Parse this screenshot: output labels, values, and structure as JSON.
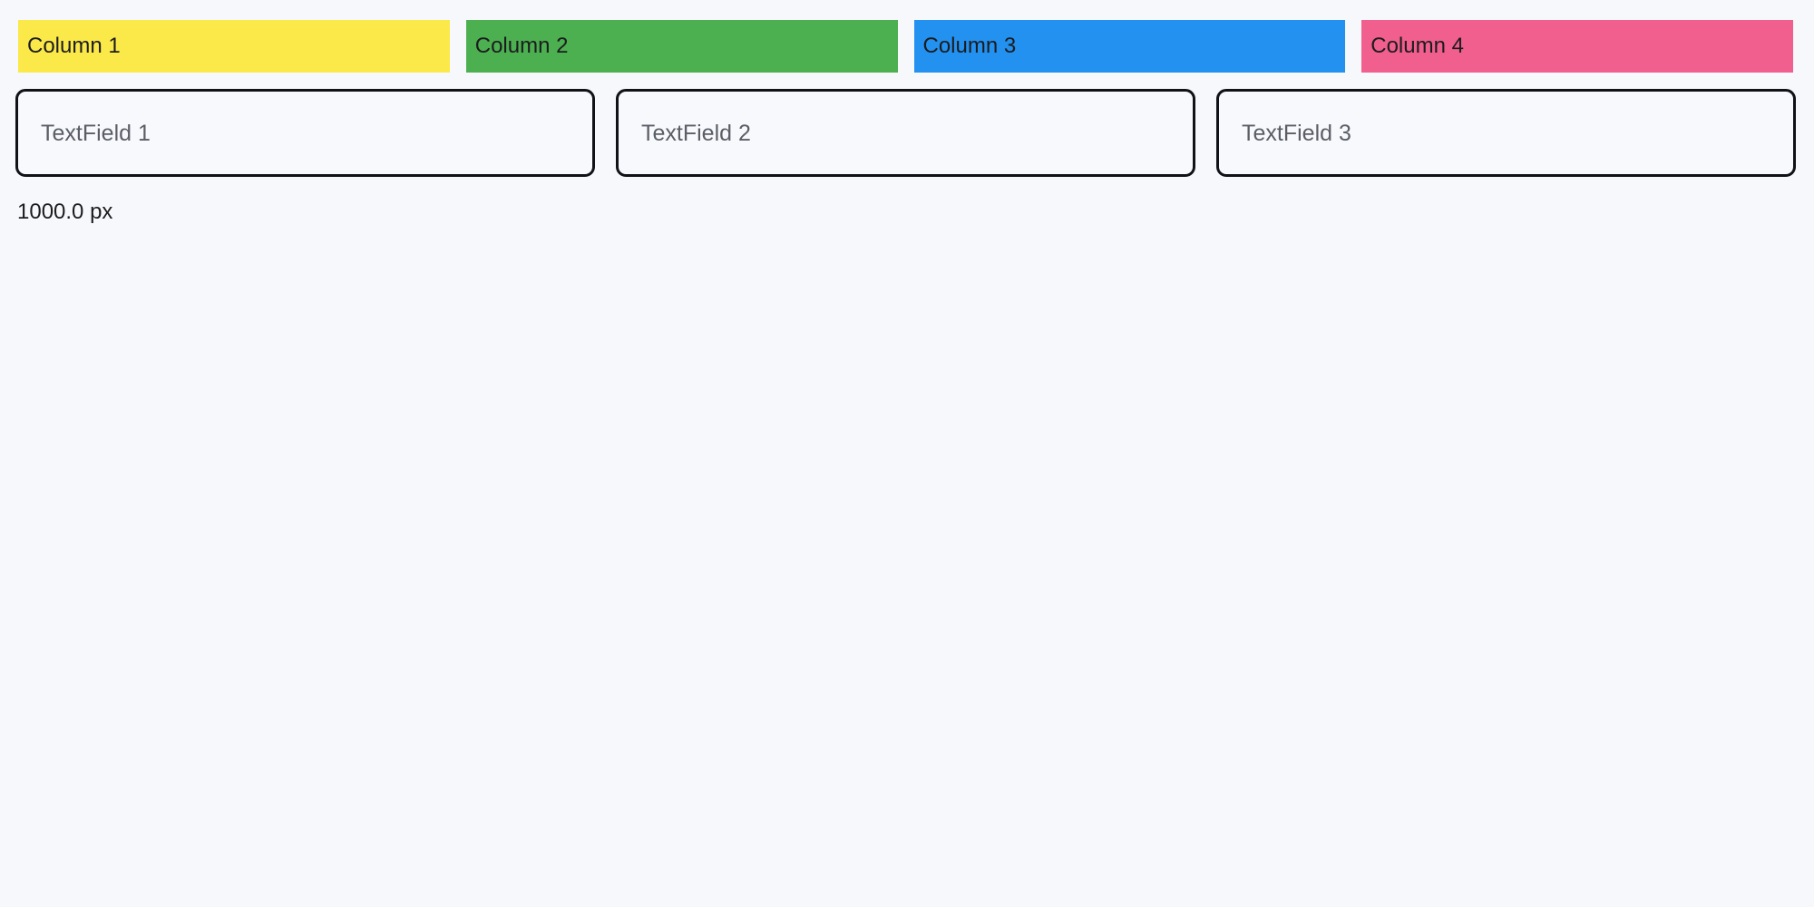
{
  "page": {
    "background_color": "#f7f8fc"
  },
  "columns": {
    "items": [
      {
        "label": "Column 1",
        "color": "#fbe94a",
        "text_color": "#1c1c1e"
      },
      {
        "label": "Column 2",
        "color": "#4caf50",
        "text_color": "#1c1c1e"
      },
      {
        "label": "Column 3",
        "color": "#2391ef",
        "text_color": "#1c1c1e"
      },
      {
        "label": "Column 4",
        "color": "#f05f8e",
        "text_color": "#1c1c1e"
      }
    ]
  },
  "textfields": {
    "items": [
      {
        "placeholder": "TextField 1",
        "value": ""
      },
      {
        "placeholder": "TextField 2",
        "value": ""
      },
      {
        "placeholder": "TextField 3",
        "value": ""
      }
    ],
    "border_color": "#111217",
    "placeholder_color": "#5b5e66"
  },
  "measurement": {
    "label": "1000.0 px"
  }
}
